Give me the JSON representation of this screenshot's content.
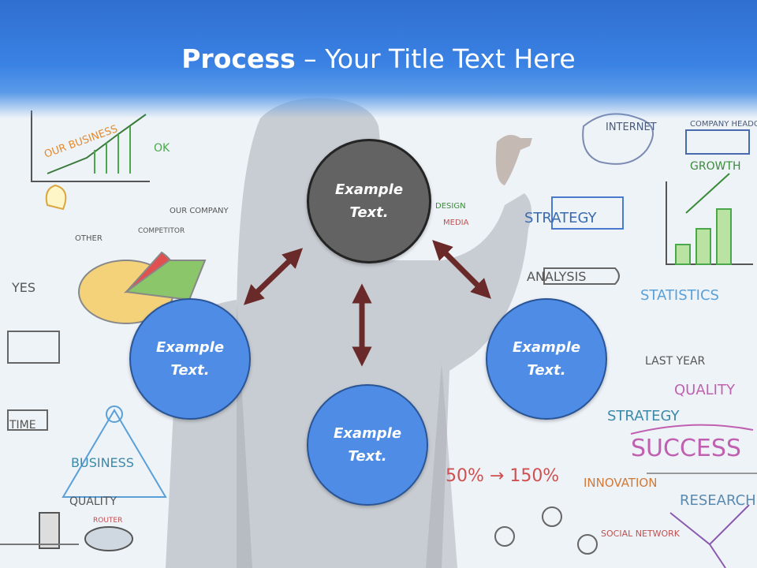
{
  "title": {
    "bold": "Process",
    "rest": " – Your Title Text Here"
  },
  "nodes": {
    "center": {
      "line1": "Example",
      "line2": "Text."
    },
    "left": {
      "line1": "Example",
      "line2": "Text."
    },
    "right": {
      "line1": "Example",
      "line2": "Text."
    },
    "bottom": {
      "line1": "Example",
      "line2": "Text."
    }
  },
  "background_words": {
    "our_business": "OUR BUSINESS",
    "ok": "OK",
    "internet": "INTERNET",
    "company_hq": "COMPANY HEADQUARTERS",
    "growth": "GROWTH",
    "strategy_top": "STRATEGY",
    "analysis": "ANALYSIS",
    "statistics": "STATISTICS",
    "last_year": "LAST YEAR",
    "quality_right": "QUALITY",
    "strategy_right": "STRATEGY",
    "success": "SUCCESS",
    "innovation": "INNOVATION",
    "research": "RESEARCH",
    "social_network": "SOCIAL NETWORK",
    "percent": "50% → 150%",
    "yes": "YES",
    "time": "TIME",
    "business": "BUSINESS",
    "quality_left": "QUALITY",
    "router": "ROUTER",
    "our_company": "OUR COMPANY",
    "competitor": "COMPETITOR",
    "other": "OTHER",
    "media": "MEDIA",
    "design": "DESIGN"
  },
  "colors": {
    "title_bar": "#3a82e4",
    "node_fill": "#4f8ce6",
    "node_border": "#2a5596",
    "center_fill": "#636363",
    "arrow": "#6b2a2a"
  }
}
